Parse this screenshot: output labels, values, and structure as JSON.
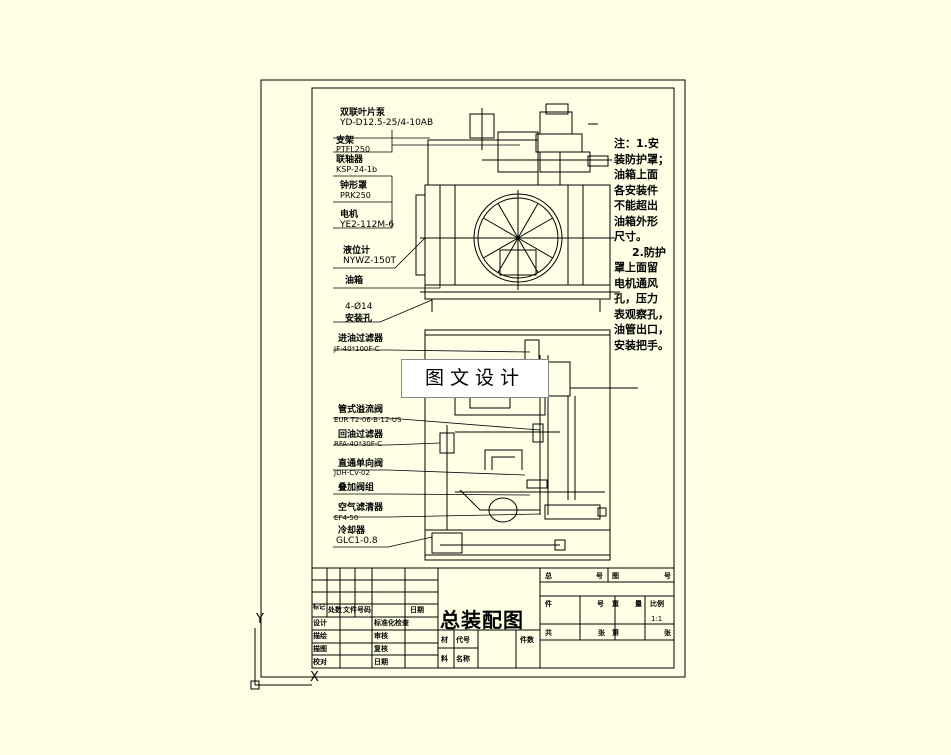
{
  "labels": {
    "pump_name": "双联叶片泵",
    "pump_model": "YD-D12.5-25/4-10AB",
    "bracket_name": "支架",
    "bracket_model": "PTFL250",
    "coupling_name": "联轴器",
    "coupling_model": "KSP-24-1b",
    "bellhousing_name": "钟形罩",
    "bellhousing_model": "PRK250",
    "motor_name": "电机",
    "motor_model": "YE2-112M-6",
    "level_gauge_name": "液位计",
    "level_gauge_model": "NYWZ-150T",
    "tank_name": "油箱",
    "holes_spec": "4-Ø14",
    "holes_name": "安装孔",
    "inlet_filter_name": "进油过滤器",
    "inlet_filter_model": "JF-40*100F-C",
    "relief_valve_name": "管式溢流阀",
    "relief_valve_model": "EUR T2-06-B-12-US",
    "return_filter_name": "回油过滤器",
    "return_filter_model": "RFA-40*30F-C",
    "check_valve_name": "直通单向阀",
    "check_valve_model": "JDH-CV-02",
    "stack_valve_name": "叠加阀组",
    "breather_name": "空气滤清器",
    "breather_model": "EF4-50",
    "cooler_name": "冷却器",
    "cooler_model": "GLC1-0.8"
  },
  "notes": {
    "n1_line1": "注：1.安",
    "n1_line2": "装防护罩；",
    "n1_line3": "油箱上面",
    "n1_line4": "各安装件",
    "n1_line5": "不能超出",
    "n1_line6": "油箱外形",
    "n1_line7": "尺寸。",
    "n2_line1": "2.防护",
    "n2_line2": "罩上面留",
    "n2_line3": "电机通风",
    "n2_line4": "孔，压力",
    "n2_line5": "表观察孔，",
    "n2_line6": "油管出口，",
    "n2_line7": "安装把手。"
  },
  "watermark": "图文设计",
  "axis": {
    "y": "Y",
    "x": "X"
  },
  "title_block": {
    "main_title": "总装配图",
    "c_mark": "标记",
    "c_count": "处数",
    "c_docno": "文件号码",
    "c_date": "日期",
    "c_design": "设计",
    "c_std": "标准化检查",
    "c_draw": "描绘",
    "c_audit": "审核",
    "c_trace": "描图",
    "c_review": "复核",
    "c_check": "校对",
    "c_date2": "日期",
    "c_mat1": "材",
    "c_mat2": "料",
    "c_code": "代号",
    "c_name": "名称",
    "c_pieces": "件数",
    "r_total": "总",
    "r_num": "号",
    "r_drawing": "图",
    "r_num2": "号",
    "r_piece": "件",
    "r_no": "号",
    "r_weight": "重",
    "r_qty": "量",
    "r_scale": "比例",
    "r_scale_val": "1:1",
    "r_sheets": "共",
    "r_sheet": "张",
    "r_page": "第",
    "r_sheet2": "张"
  }
}
